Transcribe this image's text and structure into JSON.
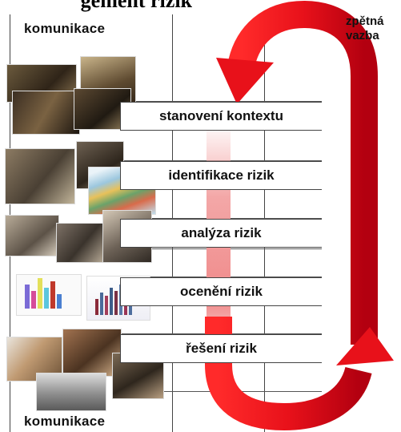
{
  "title": "gement rizik",
  "communication_top": "komunikace",
  "communication_bottom": "komunikace",
  "feedback": [
    "zpětná",
    "vazba"
  ],
  "steps": [
    {
      "label": "stanovení kontextu"
    },
    {
      "label": "identifikace rizik"
    },
    {
      "label": "analýza rizik"
    },
    {
      "label": "ocenění rizik"
    },
    {
      "label": "řešení rizik"
    }
  ],
  "colors": {
    "arrow": "#e8111a",
    "arrow_dark": "#b00010",
    "fade": "#f08a8a"
  }
}
